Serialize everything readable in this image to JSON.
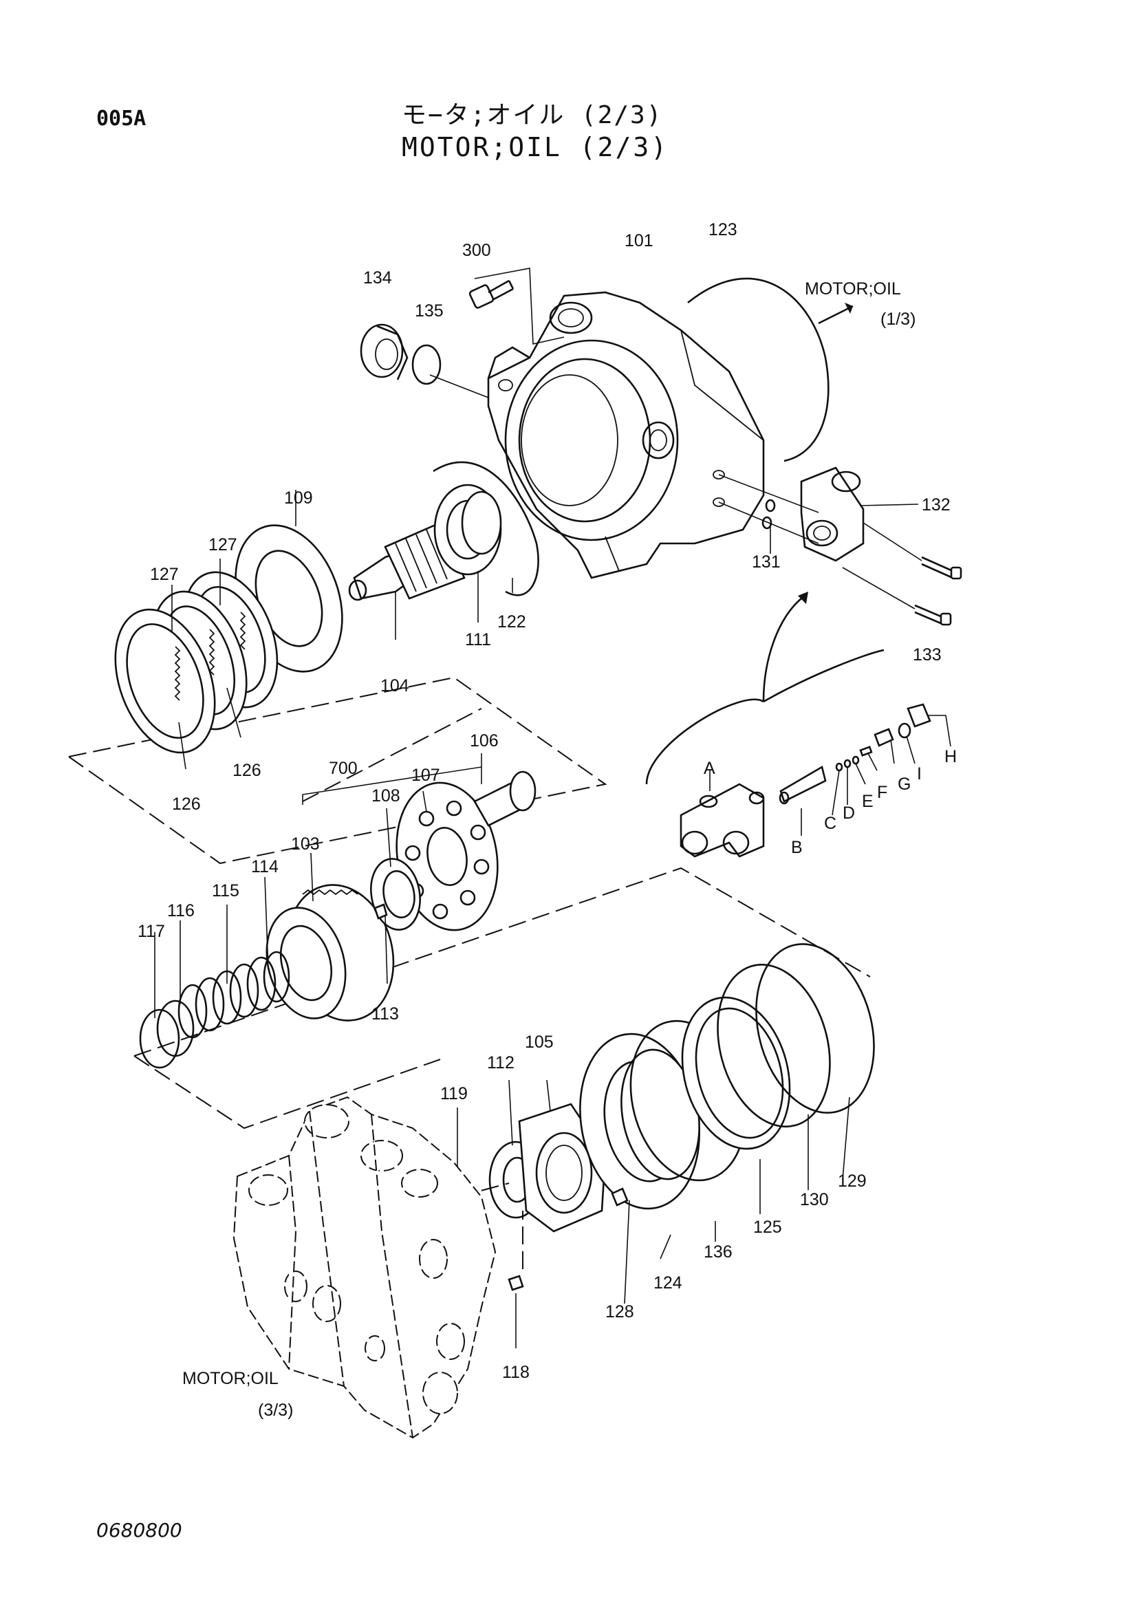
{
  "header": {
    "code": "005A",
    "title_jp": "モ−タ;オイル (2/3)",
    "title_en": "MOTOR;OIL (2/3)"
  },
  "footer": {
    "drawing_number": "0680800"
  },
  "references": {
    "to_page_1": {
      "line1": "MOTOR;OIL",
      "line2": "(1/3)"
    },
    "to_page_3": {
      "line1": "MOTOR;OIL",
      "line2": "(3/3)"
    }
  },
  "callouts": {
    "p300": "300",
    "p101": "101",
    "p123": "123",
    "p134": "134",
    "p135": "135",
    "p109": "109",
    "p132": "132",
    "p127a": "127",
    "p127b": "127",
    "p122": "122",
    "p111": "111",
    "p131": "131",
    "p133": "133",
    "p104": "104",
    "p126a": "126",
    "p126b": "126",
    "p106": "106",
    "p700": "700",
    "p107": "107",
    "p108": "108",
    "p103": "103",
    "p114": "114",
    "p115": "115",
    "p116": "116",
    "p117": "117",
    "p113": "113",
    "p105": "105",
    "p112": "112",
    "p119": "119",
    "p124": "124",
    "p128": "128",
    "p136": "136",
    "p125": "125",
    "p130": "130",
    "p129": "129",
    "p118": "118",
    "A": "A",
    "B": "B",
    "C": "C",
    "D": "D",
    "E": "E",
    "F": "F",
    "G": "G",
    "H": "H",
    "I": "I"
  }
}
